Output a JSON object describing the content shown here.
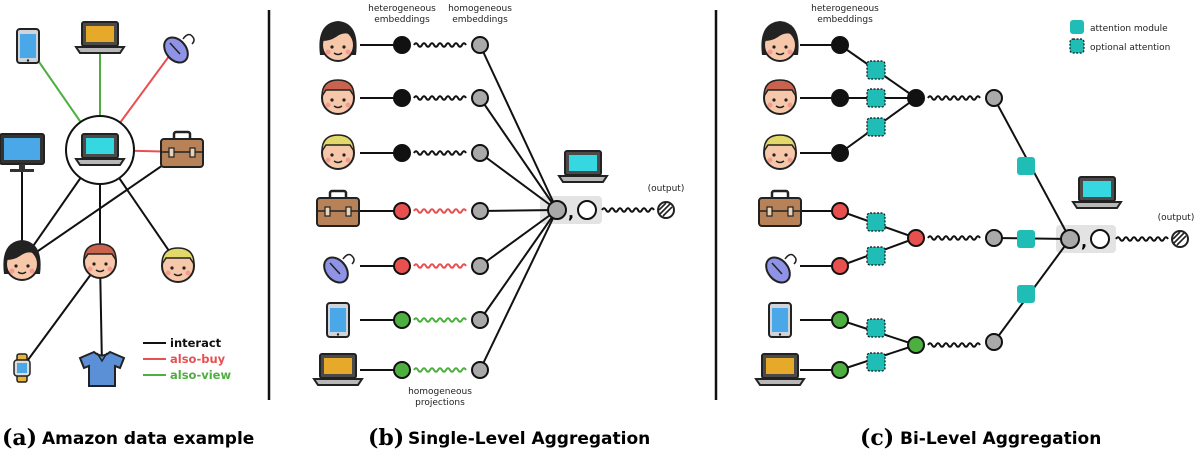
{
  "panel_a": {
    "caption_letter": "(a)",
    "caption_text": "Amazon data example",
    "legend": {
      "interact": "interact",
      "also_buy": "also-buy",
      "also_view": "also-view"
    }
  },
  "panel_b": {
    "caption_letter": "(b)",
    "caption_text": "Single-Level Aggregation",
    "label_hetero_1": "heterogeneous",
    "label_hetero_2": "embeddings",
    "label_homo_1": "homogeneous",
    "label_homo_2": "embeddings",
    "label_proj_1": "homogeneous",
    "label_proj_2": "projections",
    "output": "(output)",
    "comma": ","
  },
  "panel_c": {
    "caption_letter": "(c)",
    "caption_text": "Bi-Level Aggregation",
    "label_hetero_1": "heterogeneous",
    "label_hetero_2": "embeddings",
    "legend_attention": "attention module",
    "legend_optional": "optional attention",
    "output": "(output)",
    "comma": ","
  },
  "colors": {
    "interact": "#111111",
    "also_buy": "#e8504f",
    "also_view": "#4caf3f",
    "attention": "#1fbdb5",
    "gray_node": "#a9a9a9",
    "red_node": "#e8504f",
    "green_node": "#4caf3f"
  }
}
